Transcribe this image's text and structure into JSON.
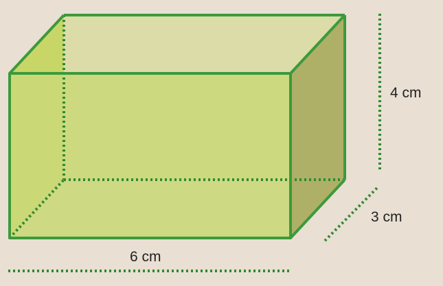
{
  "colors": {
    "background": "#e9dfd3",
    "edge": "#3c9a3c",
    "front_face": "#c9d878",
    "top_face": "#dcdca8",
    "side_face": "#aeb068",
    "left_face": "#c8d668"
  },
  "dimensions": {
    "length": "6 cm",
    "width": "3 cm",
    "height": "4 cm"
  }
}
